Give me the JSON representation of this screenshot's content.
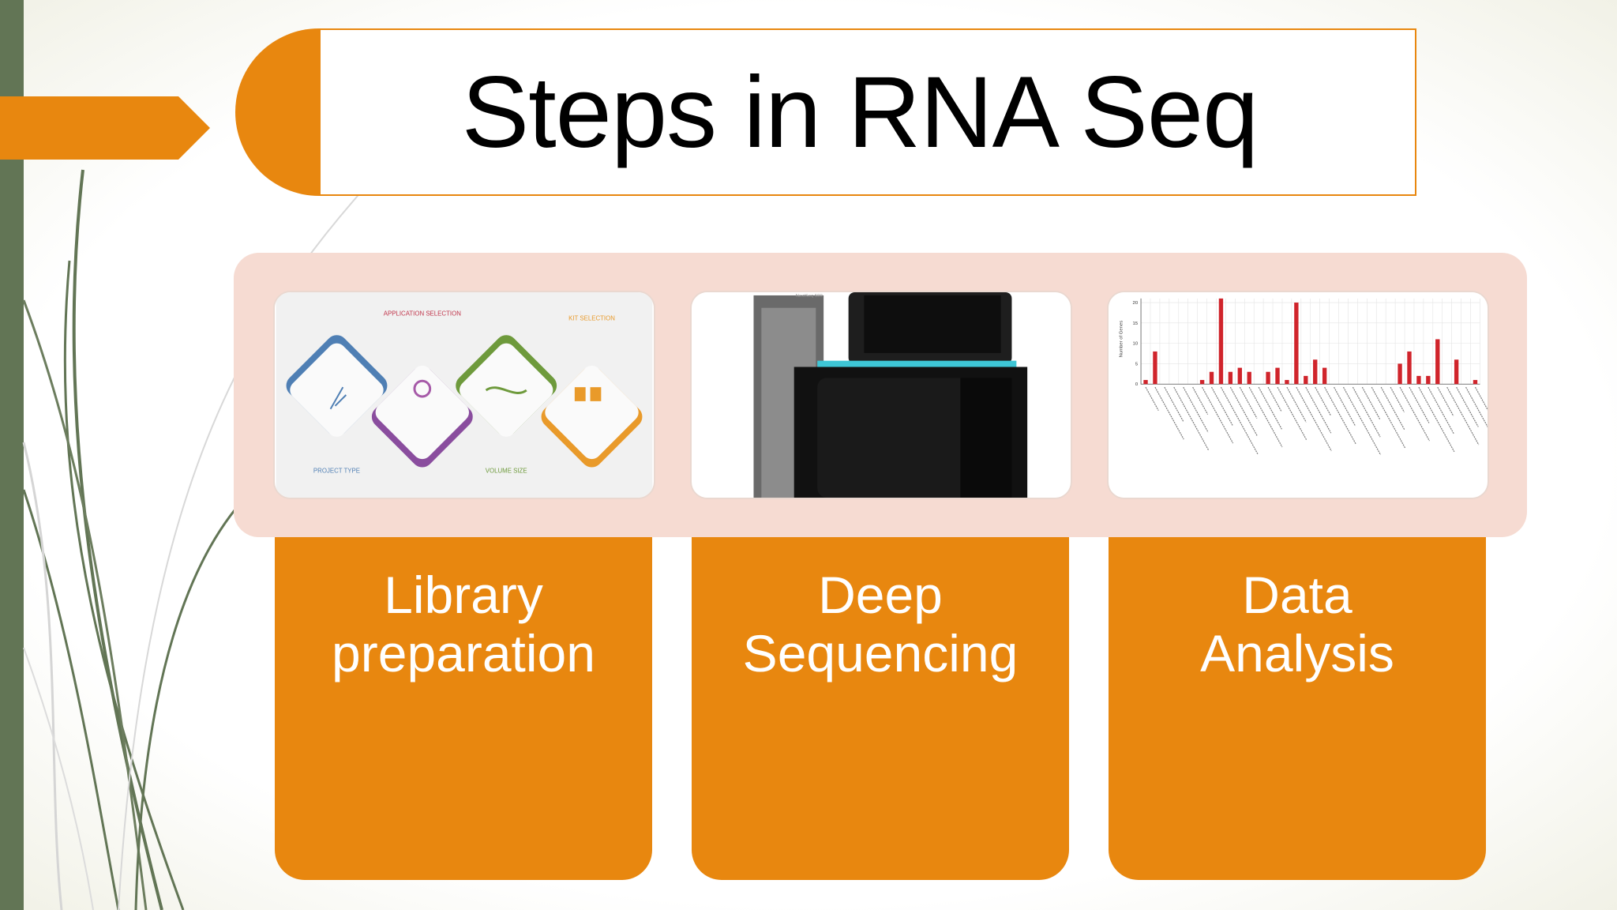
{
  "slide": {
    "title": "Steps in RNA Seq",
    "steps": [
      {
        "line1": "Library",
        "line2": "preparation",
        "image": "library-prep-workflow-diagram"
      },
      {
        "line1": "Deep",
        "line2": "Sequencing",
        "image": "sequencing-instrument-photo"
      },
      {
        "line1": "Data",
        "line2": "Analysis",
        "image": "gene-ontology-bar-chart"
      }
    ],
    "library_diagram_labels": {
      "application": "APPLICATION SELECTION",
      "kit": "KIT SELECTION",
      "project": "PROJECT TYPE",
      "volume": "VOLUME SIZE"
    },
    "instrument_label": "NextSeq 500",
    "analysis_chart_ylabel": "Number of Genes"
  },
  "colors": {
    "accent": "#e8870f",
    "panel": "#f6dbd2",
    "sidebar": "#627555",
    "bar": "#d0242b"
  },
  "chart_data": {
    "type": "bar",
    "title": "",
    "xlabel": "",
    "ylabel": "Number of Genes",
    "ylim": [
      0,
      21
    ],
    "yticks": [
      0,
      5,
      10,
      15,
      20
    ],
    "values": [
      1,
      8,
      0,
      0,
      0,
      0,
      1,
      3,
      21,
      3,
      4,
      3,
      0,
      3,
      4,
      1,
      20,
      2,
      6,
      4,
      0,
      0,
      0,
      0,
      0,
      0,
      0,
      5,
      8,
      2,
      2,
      11,
      0,
      6,
      0,
      1
    ]
  }
}
